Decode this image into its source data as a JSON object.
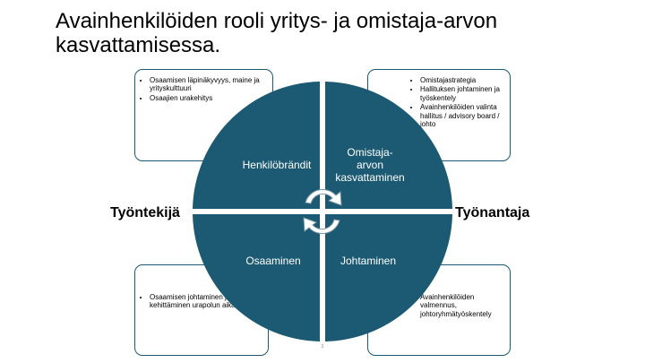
{
  "title": "Avainhenkilöiden rooli yritys- ja omistaja-arvon kasvattamisessa.",
  "side_labels": {
    "left": "Työntekijä",
    "right": "Työnantaja"
  },
  "quadrants": {
    "top_left": "Henkilöbrändit",
    "top_right": [
      "Omistaja-",
      "arvon",
      "kasvattaminen"
    ],
    "bottom_left": "Osaaminen",
    "bottom_right": "Johtaminen"
  },
  "boxes": {
    "top_left": [
      "Osaamisen läpinäkyvyys, maine ja yrityskulttuuri",
      "Osaajien urakehitys"
    ],
    "top_right": [
      "Omistajastrategia",
      "Hallituksen johtaminen ja työskentely",
      "Avainhenkilöiden valinta hallitus / advisory board / johto"
    ],
    "bottom_left": [
      "Osaamisen johtaminen ja kehittäminen urapolun aikana"
    ],
    "bottom_right": [
      "Avainhenkilöiden valmennus, johtoryhmätyöskentely"
    ]
  },
  "page_number": "3",
  "colors": {
    "circle": "#1b5a72",
    "border": "#1b5a72"
  },
  "icons": [
    "cycle-arrows-icon"
  ]
}
